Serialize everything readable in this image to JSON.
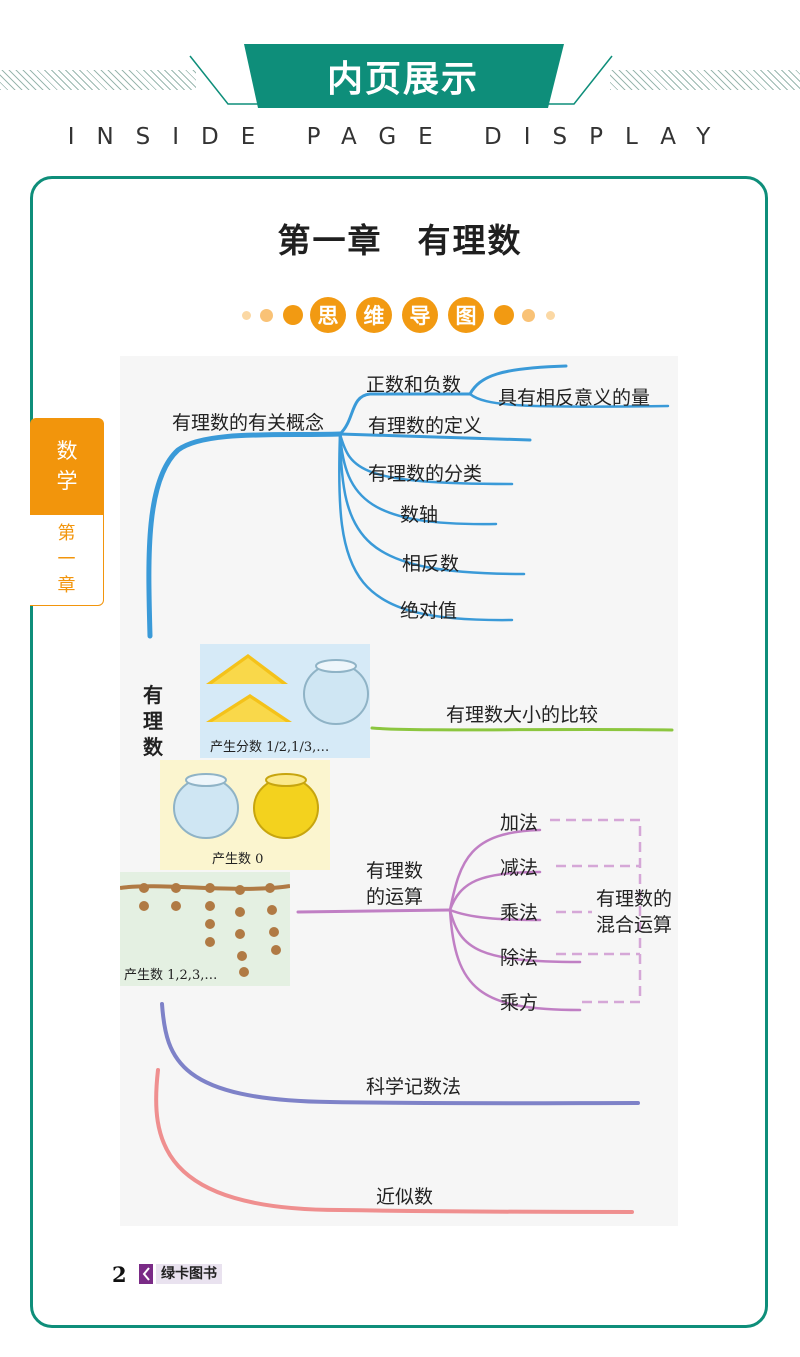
{
  "header": {
    "title": "内页展示",
    "subtitle": "INSIDE PAGE DISPLAY",
    "accent_color": "#0e8e7a"
  },
  "side_tab": {
    "subject": [
      "数",
      "学"
    ],
    "chapter": [
      "第",
      "一",
      "章"
    ],
    "color": "#f2950c"
  },
  "page": {
    "chapter_title": "第一章　有理数",
    "section_badge": [
      "思",
      "维",
      "导",
      "图"
    ]
  },
  "mindmap": {
    "root": [
      "有",
      "理",
      "数"
    ],
    "concepts": {
      "label": "有理数的有关概念",
      "items": [
        "正数和负数",
        "有理数的定义",
        "有理数的分类",
        "数轴",
        "相反数",
        "绝对值"
      ],
      "sub": "具有相反意义的量"
    },
    "comparison": "有理数大小的比较",
    "operations": {
      "label": [
        "有理数",
        "的运算"
      ],
      "items": [
        "加法",
        "减法",
        "乘法",
        "除法",
        "乘方"
      ],
      "mixed": [
        "有理数的",
        "混合运算"
      ]
    },
    "scientific_notation": "科学记数法",
    "approximation": "近似数",
    "captions": {
      "fractions": "产生分数 1/2,1/3,…",
      "zero": "产生数 0",
      "naturals": "产生数 1,2,3,…"
    },
    "branch_colors": {
      "concepts": "#3a9ad8",
      "comparison": "#8cc63f",
      "operations": "#c07fc4",
      "scientific": "#7e82c8",
      "approx": "#ef8f8f"
    }
  },
  "footer": {
    "page_number": "2",
    "brand": "绿卡图书"
  }
}
